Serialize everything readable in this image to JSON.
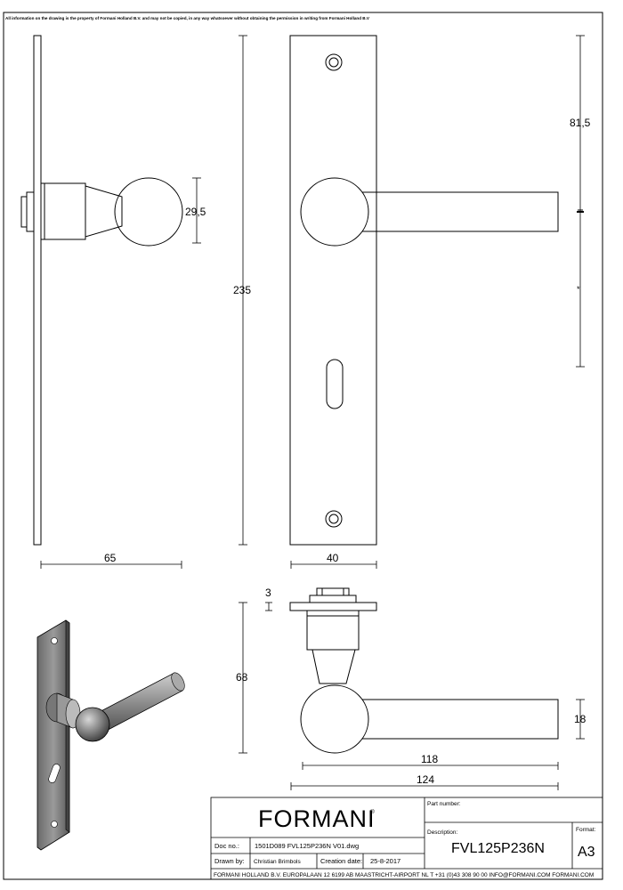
{
  "notice": "All information on the drawing is the property of Formani Holland B.V. and may not be copied, in any way whatsoever without obtaining the permission in writing from Formani Holland B.V",
  "dimensions": {
    "knob_diameter": "29,5",
    "total_height": "235",
    "handle_height": "81,5",
    "side_depth": "65",
    "plate_width": "40",
    "plate_thickness": "3",
    "projection": "68",
    "lever_thickness": "18",
    "lever_length_inner": "118",
    "lever_length_total": "124",
    "asterisk": "*"
  },
  "title_block": {
    "logo": "FORMANI",
    "logo_mark": "®",
    "part_number_label": "Part number:",
    "description_label": "Description:",
    "description": "FVL125P236N",
    "format_label": "Format:",
    "format": "A3",
    "doc_no_label": "Doc no.:",
    "doc_no": "1501D089 FVL125P236N V01.dwg",
    "drawn_by_label": "Drawn by:",
    "drawn_by": "Christian Brimbols",
    "creation_date_label": "Creation date:",
    "creation_date": "25-8-2017",
    "footer": "FORMANI HOLLAND B.V.  EUROPALAAN 12  6199 AB MAASTRICHT-AIRPORT NL  T +31 (0)43 308 90 00 INFO@FORMANI.COM FORMANI.COM"
  }
}
